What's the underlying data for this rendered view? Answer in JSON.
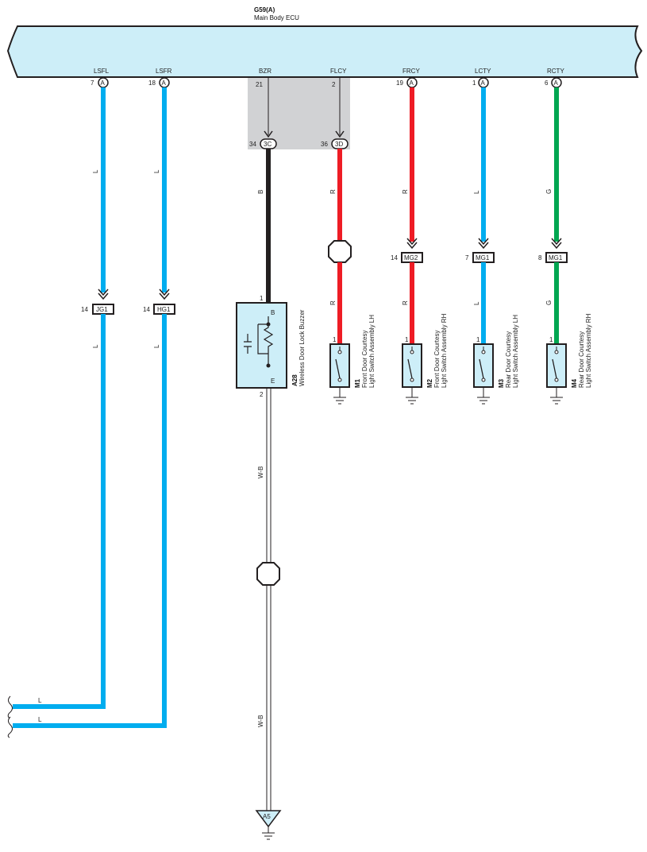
{
  "ecu": {
    "code": "G59(A)",
    "name": "Main Body ECU"
  },
  "terminals": [
    {
      "name": "LSFL",
      "pin": "7",
      "conn": "A"
    },
    {
      "name": "LSFR",
      "pin": "18",
      "conn": "A"
    },
    {
      "name": "BZR",
      "pin": "21",
      "conn": ""
    },
    {
      "name": "FLCY",
      "pin": "2",
      "conn": ""
    },
    {
      "name": "FRCY",
      "pin": "19",
      "conn": "A"
    },
    {
      "name": "LCTY",
      "pin": "1",
      "conn": "A"
    },
    {
      "name": "RCTY",
      "pin": "6",
      "conn": "A"
    }
  ],
  "junctions": [
    {
      "pin": "34",
      "label": "3C"
    },
    {
      "pin": "36",
      "label": "3D"
    }
  ],
  "inline_connectors": [
    {
      "pin": "14",
      "label": "JG1"
    },
    {
      "pin": "14",
      "label": "HG1"
    },
    {
      "pin": "14",
      "label": "MG2"
    },
    {
      "pin": "7",
      "label": "MG1"
    },
    {
      "pin": "8",
      "label": "MG1"
    }
  ],
  "wire_colors": {
    "L": "L",
    "B": "B",
    "R": "R",
    "G": "G",
    "WB": "W-B"
  },
  "buzzer": {
    "code": "A28",
    "name": "Wireless Door Lock Buzzer",
    "pin_top": "1",
    "pin_bottom": "2",
    "term_top": "B",
    "term_bottom": "E"
  },
  "switches": [
    {
      "code": "M1",
      "line1": "Front Door Courtesy",
      "line2": "Light Switch Assembly LH",
      "pin": "1"
    },
    {
      "code": "M2",
      "line1": "Front Door Courtesy",
      "line2": "Light Switch Assembly RH",
      "pin": "1"
    },
    {
      "code": "M3",
      "line1": "Rear Door Courtesy",
      "line2": "Light Switch Assembly LH",
      "pin": "1"
    },
    {
      "code": "M4",
      "line1": "Rear Door Courtesy",
      "line2": "Light Switch Assembly RH",
      "pin": "1"
    }
  ],
  "ground": {
    "label": "A5"
  },
  "colors": {
    "ecu_fill": "#cdeef8",
    "blue": "#00adef",
    "red": "#ee1c25",
    "green": "#00a651",
    "black": "#231f20",
    "shade": "#d1d2d4"
  }
}
